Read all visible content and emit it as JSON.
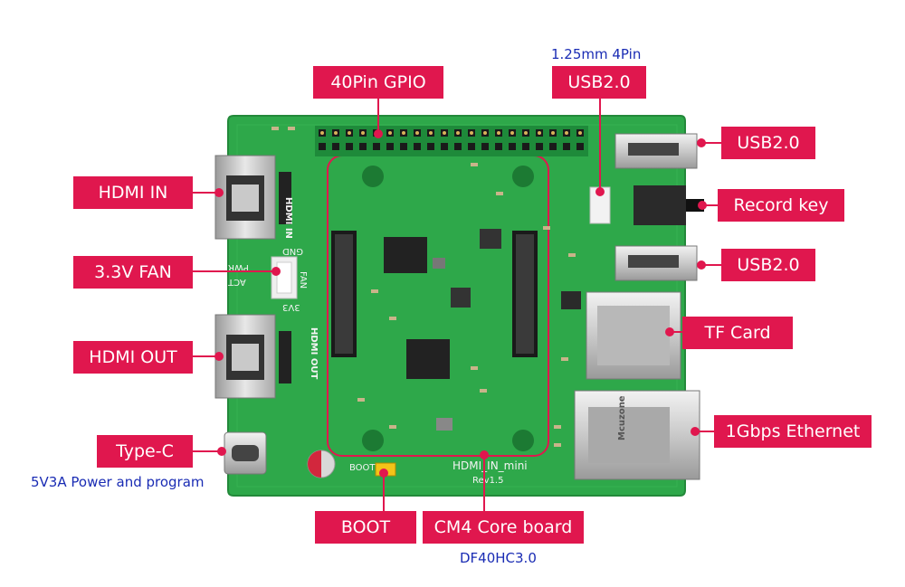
{
  "labels": {
    "gpio": "40Pin GPIO",
    "usb_top": "USB2.0",
    "usb_right_1": "USB2.0",
    "record_key": "Record key",
    "usb_right_2": "USB2.0",
    "tf_card": "TF Card",
    "ethernet": "1Gbps Ethernet",
    "hdmi_in": "HDMI IN",
    "fan": "3.3V FAN",
    "hdmi_out": "HDMI OUT",
    "type_c": "Type-C",
    "boot": "BOOT",
    "cm4": "CM4 Core board"
  },
  "notes": {
    "usb_top_spec": "1.25mm 4Pin",
    "type_c_spec": "5V3A Power and program",
    "cm4_spec": "DF40HC3.0"
  },
  "board_silkscreen": {
    "hdmi_in": "HDMI IN",
    "hdmi_out": "HDMI OUT",
    "gnd": "GND",
    "fan": "FAN",
    "v33": "3V3",
    "pwr": "PWR",
    "act": "ACT",
    "boot": "BOOT",
    "name": "HDMI_IN_mini",
    "rev": "Rev1.5",
    "mcuzone": "Mcuzone"
  },
  "colors": {
    "label_bg": "#e0174e",
    "note_text": "#1a2cb4",
    "board": "#2ea84a"
  }
}
